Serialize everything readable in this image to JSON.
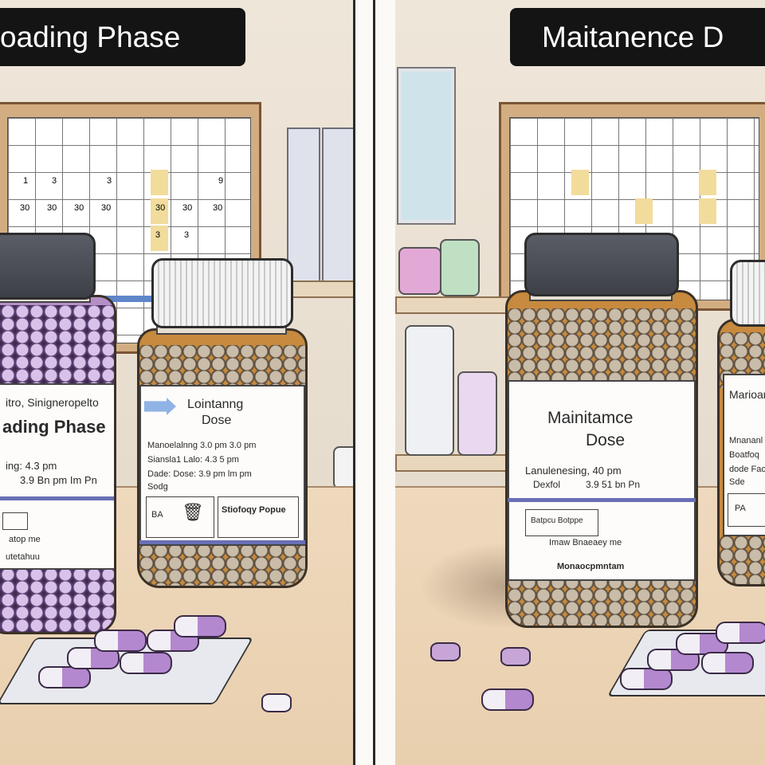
{
  "left": {
    "header": "oading Phase",
    "main_jar": {
      "top_text": "itro, Sinigneropelto",
      "title": "ading Phase",
      "line1": "ing: 4.3 pm",
      "line2": "3.9 Bn pm Im Pn",
      "small": "atop me",
      "bottom": "utetahuu"
    },
    "second_jar": {
      "title_line1": "Lointanng",
      "title_line2": "Dose",
      "line1": "Manoelalnng 3.0 pm 3.0 pm",
      "line2": "Siansla1 Lalo: 4.3 5 pm",
      "line3": "Dade: Dose: 3.9 pm lm pm",
      "line4": "Sodg",
      "box_left": "BA",
      "box_right": "Stiofoqy Popue"
    },
    "calendar_numbers": [
      "1",
      "3",
      "3",
      "9",
      "30",
      "30",
      "30",
      "30",
      "30",
      "30",
      "30",
      "3",
      "3"
    ]
  },
  "right": {
    "header": "Maitanence D",
    "main_jar": {
      "title_line1": "Mainitamce",
      "title_line2": "Dose",
      "line1": "Lanulenesing, 40 pm",
      "line2_left": "Dexfol",
      "line2_right": "3.9 51 bn Pn",
      "box_label": "Batpcu Botppe",
      "line3": "Imaw Bnaeaey me",
      "bottom": "Monaocpmntam"
    },
    "second_jar": {
      "title": "Marioar",
      "line1": "Mnananl",
      "line2": "Boatfoq",
      "line3": "dode Fac",
      "line4": "Sde",
      "box_left": "PA"
    }
  },
  "colors": {
    "header_bg": "#141414",
    "label_stripe": "#6a6fb5",
    "pill_purple": "#b488cf",
    "amber_glass": "#c78a3e"
  }
}
